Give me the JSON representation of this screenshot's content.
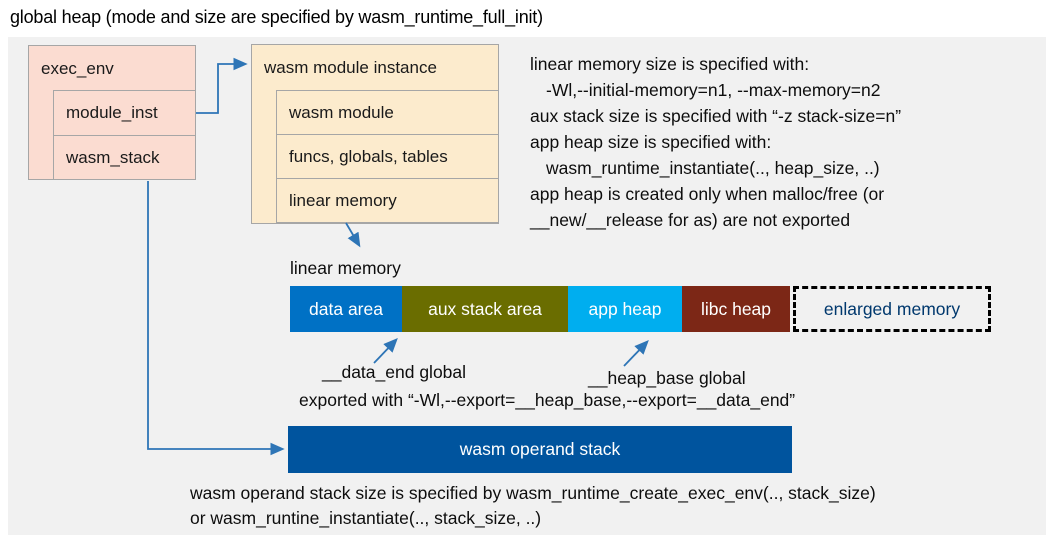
{
  "title": "global heap (mode and size are specified by wasm_runtime_full_init)",
  "colors": {
    "panel_bg": "#f1f1f1",
    "exec_env_fill": "#fbdcd1",
    "module_instance_fill": "#fcebcd",
    "data_area": "#0071c5",
    "aux_stack_area": "#6a6d00",
    "app_heap": "#00aeef",
    "libc_heap": "#7c2716",
    "operand_stack": "#00549e",
    "enlarged_memory_text": "#00386d",
    "arrow": "#2e75b6"
  },
  "exec_env": {
    "header": "exec_env",
    "rows": [
      "module_inst",
      "wasm_stack"
    ]
  },
  "module_instance": {
    "header": "wasm module instance",
    "rows": [
      "wasm module",
      "funcs, globals, tables",
      "linear memory"
    ]
  },
  "info_text": {
    "lines": [
      "linear memory size is specified with:",
      "-Wl,--initial-memory=n1, --max-memory=n2",
      "aux stack size is specified with “-z stack-size=n”",
      "app heap size is specified with:",
      "wasm_runtime_instantiate(.., heap_size, ..)",
      "app heap is created only when malloc/free (or",
      "__new/__release for as) are not exported"
    ]
  },
  "linear_memory": {
    "label": "linear memory",
    "segments": [
      {
        "label": "data area",
        "color": "#0071c5"
      },
      {
        "label": "aux stack area",
        "color": "#6a6d00"
      },
      {
        "label": "app heap",
        "color": "#00aeef"
      },
      {
        "label": "libc heap",
        "color": "#7c2716"
      },
      {
        "label": "enlarged memory",
        "color": "dashed-outline"
      }
    ]
  },
  "annotations": {
    "data_end": "__data_end global",
    "heap_base": "__heap_base global",
    "exported": "exported with “-Wl,--export=__heap_base,--export=__data_end”"
  },
  "operand_stack": {
    "label": "wasm operand stack"
  },
  "bottom_note": {
    "line1": "wasm operand stack size is specified by wasm_runtime_create_exec_env(.., stack_size)",
    "line2": "or wasm_runtine_instantiate(.., stack_size, ..)"
  }
}
